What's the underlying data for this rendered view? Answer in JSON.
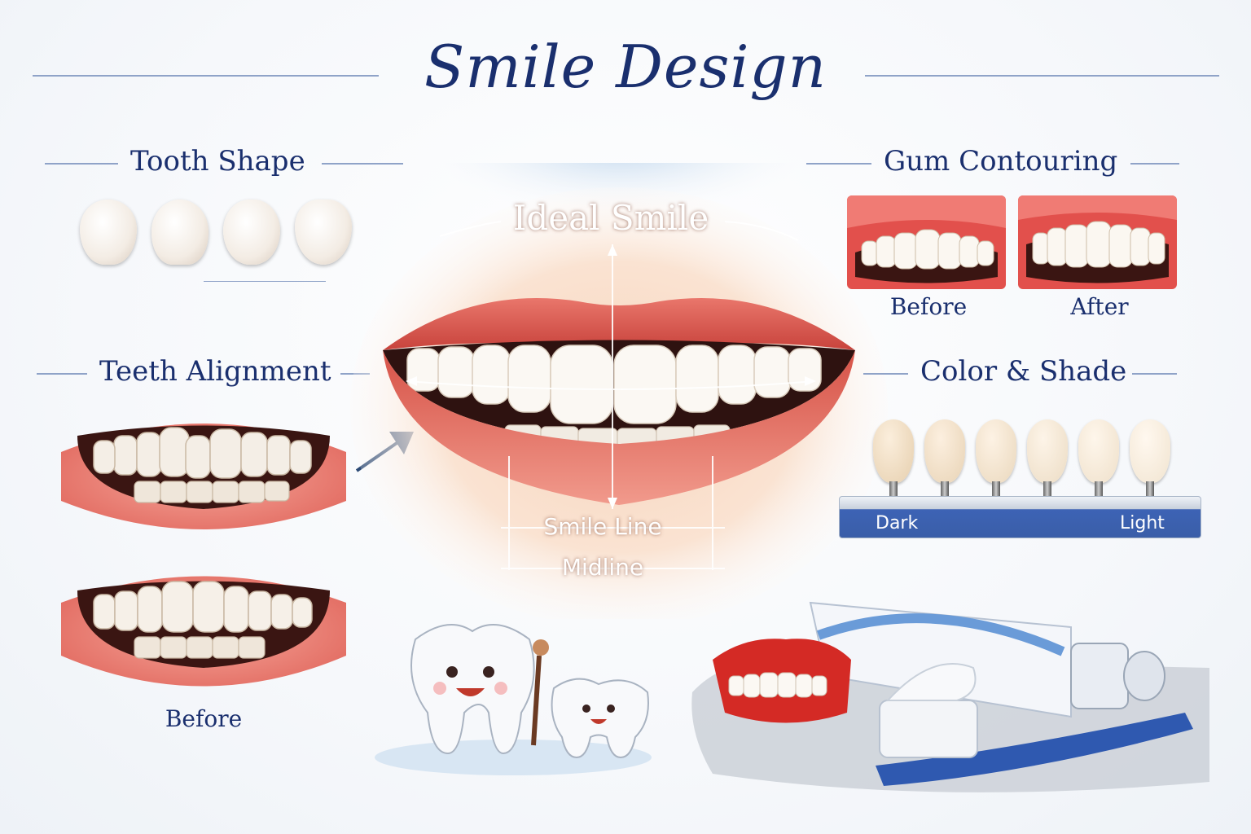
{
  "title": "Smile Design",
  "sections": {
    "tooth_shape": "Tooth Shape",
    "teeth_alignment": "Teeth Alignment",
    "gum_contouring": "Gum Contouring",
    "color_shade": "Color & Shade"
  },
  "center": {
    "ideal_smile": "Ideal Smile",
    "smile_line": "Smile Line",
    "midline": "Midline"
  },
  "gum": {
    "before": "Before",
    "after": "After"
  },
  "alignment": {
    "before": "Before"
  },
  "shade_guide": {
    "dark": "Dark",
    "light": "Light"
  },
  "colors": {
    "title_navy": "#1a2f6e",
    "lip_red": "#d9574f",
    "gum_red": "#e05a55",
    "shade_bar_blue": "#3d63b5"
  }
}
